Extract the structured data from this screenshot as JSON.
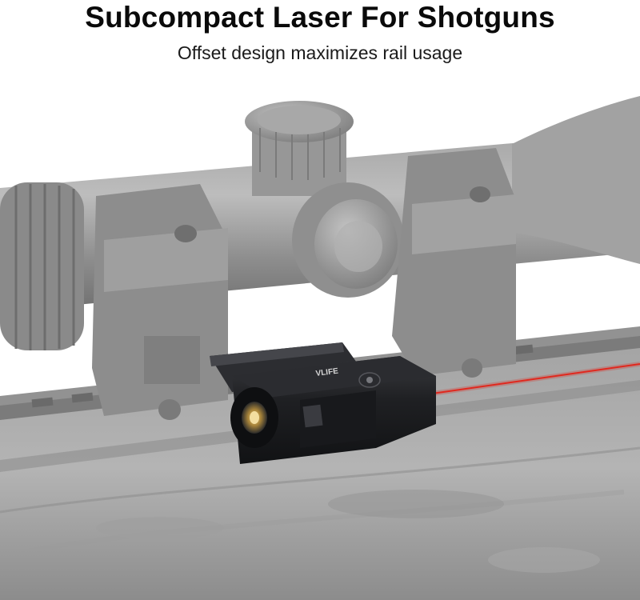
{
  "header": {
    "title": "Subcompact Laser For Shotguns",
    "subtitle": "Offset design maximizes rail usage"
  },
  "product": {
    "brand_text": "VLIFE",
    "laser_color": "#e0281e",
    "body_color": "#1e1f22",
    "firearm_color": "#9a9a9a"
  }
}
